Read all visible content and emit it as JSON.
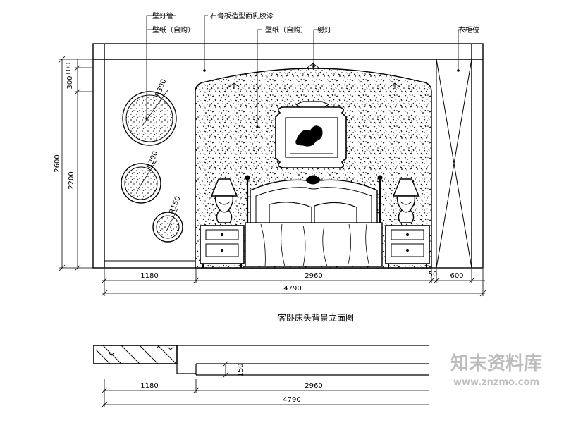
{
  "drawing": {
    "title": "客卧床头背景立面图",
    "callouts": {
      "wall_lamp_rail": "壁灯管",
      "wallpaper_left": "壁纸（自购）",
      "gypsum_ceiling": "石膏板造型面乳胶漆",
      "wallpaper_center": "壁纸（自购）",
      "spot_light": "射灯",
      "wardrobe": "衣柜位"
    },
    "radii": {
      "r300": "R300",
      "r200": "R200",
      "r150": "R150"
    },
    "vertical_dims": {
      "d100": "100",
      "d300": "300",
      "d2600": "2600",
      "d2200": "2200"
    },
    "horizontal_dims": {
      "d1180": "1180",
      "d2960": "2960",
      "d50": "50",
      "d600": "600",
      "d4790": "4790"
    },
    "plan_dims": {
      "d150": "150",
      "d1180": "1180",
      "d2960": "2960",
      "d4790": "4790"
    }
  },
  "watermark": {
    "brand": "知末资料库",
    "url": "www.znzmo.com"
  }
}
